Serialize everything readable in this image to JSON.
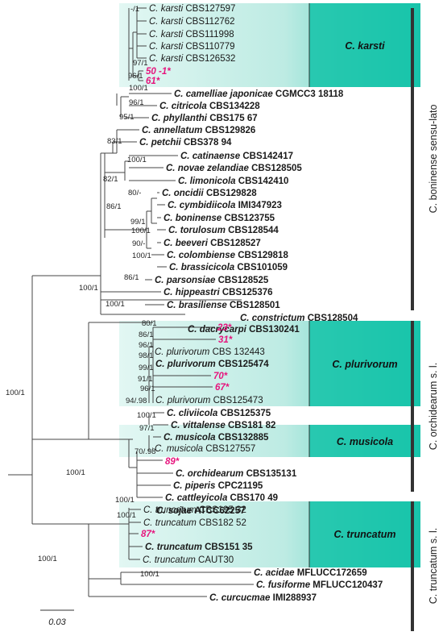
{
  "colors": {
    "band_start": "#dff6f2",
    "band_end": "#3fcfbd",
    "label_box": "#13c3a8",
    "highlight": "#e6157d",
    "line": "#444444"
  },
  "taxa": [
    {
      "genus": "C.",
      "species": "karsti",
      "strain": "CBS127597",
      "bold": false,
      "hl": false
    },
    {
      "genus": "C.",
      "species": "karsti",
      "strain": "CBS112762",
      "bold": false,
      "hl": false
    },
    {
      "genus": "C.",
      "species": "karsti",
      "strain": "CBS111998",
      "bold": false,
      "hl": false
    },
    {
      "genus": "C.",
      "species": "karsti",
      "strain": "CBS110779",
      "bold": false,
      "hl": false
    },
    {
      "genus": "C.",
      "species": "karsti",
      "strain": "CBS126532",
      "bold": false,
      "hl": false
    },
    {
      "text": "50 -1*",
      "hl": true
    },
    {
      "text": "61*",
      "hl": true
    },
    {
      "genus": "C.",
      "species": "camelliae japonicae",
      "strain": "CGMCC3 18118",
      "bold": true,
      "hl": false
    },
    {
      "genus": "C.",
      "species": "citricola",
      "strain": "CBS134228",
      "bold": true,
      "hl": false
    },
    {
      "genus": "C.",
      "species": "phyllanthi",
      "strain": "CBS175 67",
      "bold": true,
      "hl": false
    },
    {
      "genus": "C.",
      "species": "annellatum",
      "strain": "CBS129826",
      "bold": true,
      "hl": false
    },
    {
      "genus": "C.",
      "species": "petchii",
      "strain": "CBS378 94",
      "bold": true,
      "hl": false
    },
    {
      "genus": "C.",
      "species": "catinaense",
      "strain": "CBS142417",
      "bold": true,
      "hl": false
    },
    {
      "genus": "C.",
      "species": "novae zelandiae",
      "strain": "CBS128505",
      "bold": true,
      "hl": false
    },
    {
      "genus": "C.",
      "species": "limonicola",
      "strain": "CBS142410",
      "bold": true,
      "hl": false
    },
    {
      "genus": "C.",
      "species": "oncidii",
      "strain": "CBS129828",
      "bold": true,
      "hl": false
    },
    {
      "genus": "C.",
      "species": "cymbidiicola",
      "strain": "IMI347923",
      "bold": true,
      "hl": false
    },
    {
      "genus": "C.",
      "species": "boninense",
      "strain": "CBS123755",
      "bold": true,
      "hl": false
    },
    {
      "genus": "C.",
      "species": "torulosum",
      "strain": "CBS128544",
      "bold": true,
      "hl": false
    },
    {
      "genus": "C.",
      "species": "beeveri",
      "strain": "CBS128527",
      "bold": true,
      "hl": false
    },
    {
      "genus": "C.",
      "species": "colombiense",
      "strain": "CBS129818",
      "bold": true,
      "hl": false
    },
    {
      "genus": "C.",
      "species": "brassicicola",
      "strain": "CBS101059",
      "bold": true,
      "hl": false
    },
    {
      "genus": "C.",
      "species": "parsonsiae",
      "strain": "CBS128525",
      "bold": true,
      "hl": false
    },
    {
      "genus": "C.",
      "species": "hippeastri",
      "strain": "CBS125376",
      "bold": true,
      "hl": false
    },
    {
      "genus": "C.",
      "species": "brasiliense",
      "strain": "CBS128501",
      "bold": true,
      "hl": false
    },
    {
      "genus": "C.",
      "species": "constrictum",
      "strain": "CBS128504",
      "bold": true,
      "hl": false
    },
    {
      "genus": "C.",
      "species": "dacrycarpi",
      "strain": "CBS130241",
      "bold": true,
      "hl": false
    },
    {
      "text": "23*",
      "hl": true
    },
    {
      "text": "31*",
      "hl": true
    },
    {
      "genus": "C.",
      "species": "plurivorum",
      "strain": "CBS 132443",
      "bold": false,
      "hl": false
    },
    {
      "genus": "C.",
      "species": "plurivorum",
      "strain": "CBS125474",
      "bold": true,
      "hl": false
    },
    {
      "text": "70*",
      "hl": true
    },
    {
      "text": "67*",
      "hl": true
    },
    {
      "genus": "C.",
      "species": "plurivorum",
      "strain": "CBS125473",
      "bold": false,
      "hl": false
    },
    {
      "genus": "C.",
      "species": "cliviicola",
      "strain": "CBS125375",
      "bold": true,
      "hl": false
    },
    {
      "genus": "C.",
      "species": "vittalense",
      "strain": "CBS181 82",
      "bold": true,
      "hl": false
    },
    {
      "genus": "C.",
      "species": "musicola",
      "strain": "CBS132885",
      "bold": true,
      "hl": false
    },
    {
      "genus": "C.",
      "species": "musicola",
      "strain": "CBS127557",
      "bold": false,
      "hl": false
    },
    {
      "text": "89*",
      "hl": true
    },
    {
      "genus": "C.",
      "species": "orchidearum",
      "strain": "CBS135131",
      "bold": true,
      "hl": false
    },
    {
      "genus": "C.",
      "species": "piperis",
      "strain": "CPC21195",
      "bold": true,
      "hl": false
    },
    {
      "genus": "C.",
      "species": "cattleyicola",
      "strain": "CBS170 49",
      "bold": true,
      "hl": false
    },
    {
      "genus": "C.",
      "species": "sojae",
      "strain": "ATCC62257",
      "bold": true,
      "hl": false
    },
    {
      "genus": "C.",
      "species": "truncatum",
      "strain": "CBS195 32",
      "bold": false,
      "hl": false
    },
    {
      "genus": "C.",
      "species": "truncatum",
      "strain": "CBS182 52",
      "bold": false,
      "hl": false
    },
    {
      "text": "87*",
      "hl": true
    },
    {
      "genus": "C.",
      "species": "truncatum",
      "strain": "CBS151 35",
      "bold": true,
      "hl": false
    },
    {
      "genus": "C.",
      "species": "truncatum",
      "strain": "CAUT30",
      "bold": false,
      "hl": false
    },
    {
      "genus": "C.",
      "species": "acidae",
      "strain": "MFLUCC172659",
      "bold": true,
      "hl": false
    },
    {
      "genus": "C.",
      "species": "fusiforme",
      "strain": "MFLUCC120437",
      "bold": true,
      "hl": false
    },
    {
      "genus": "C.",
      "species": "curcucmae",
      "strain": "IMI288937",
      "bold": true,
      "hl": false
    }
  ],
  "supports": [
    "-/1",
    "97/1",
    "96/1",
    "100/1",
    "96/1",
    "95/1",
    "83/1",
    "100/1",
    "82/1",
    "86/1",
    "80/-",
    "99/1",
    "100/1",
    "90/-",
    "100/1",
    "86/1",
    "100/1",
    "100/1",
    "100/1",
    "80/1",
    "86/1",
    "96/1",
    "98/1",
    "99/1",
    "91/1",
    "96/1",
    "94/.98",
    "100/1",
    "97/1",
    "70/.98",
    "100/1",
    "100/1",
    "100/1",
    "100/1",
    "100/1"
  ],
  "clades": [
    {
      "label": "C. karsti"
    },
    {
      "label": "C. plurivorum"
    },
    {
      "label": "C. musicola"
    },
    {
      "label": "C. truncatum"
    }
  ],
  "groups": [
    {
      "label": "C. boninense sensu-lato"
    },
    {
      "label": "C. orchidearum s. l."
    },
    {
      "label": "C. truncatum s. l."
    }
  ],
  "scale": {
    "label": "0.03"
  }
}
